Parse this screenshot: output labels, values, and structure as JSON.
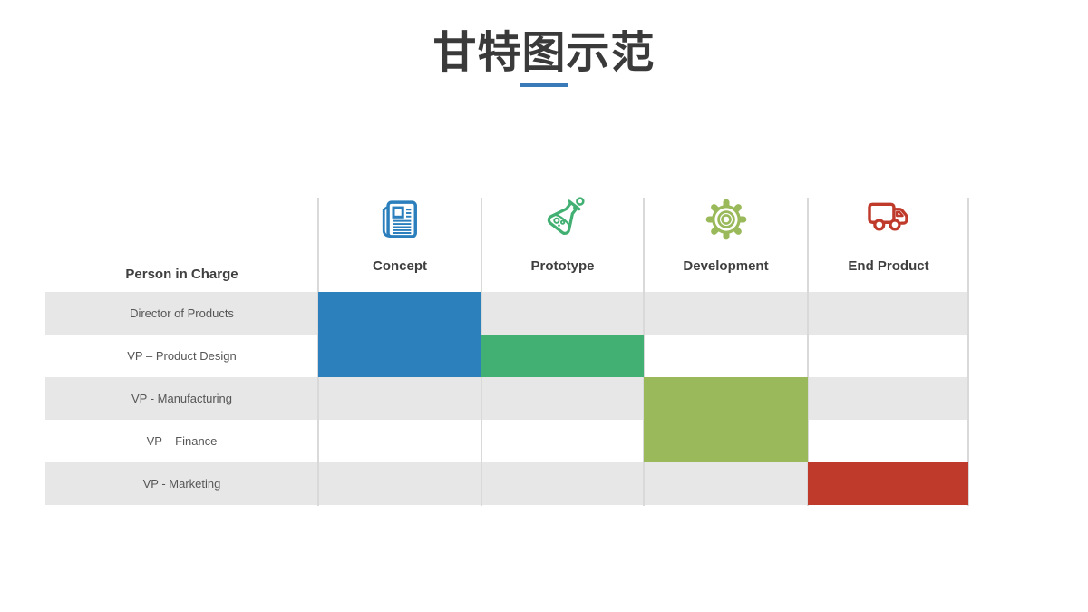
{
  "slide": {
    "title": "甘特图示范",
    "accent_color": "#3a7ab8",
    "background_color": "#ffffff"
  },
  "table": {
    "person_header": "Person in Charge",
    "stripe_color": "#e7e7e7",
    "divider_color": "#d9d9d9",
    "columns": [
      {
        "label": "Concept",
        "icon": "newspaper-icon",
        "color": "#2b7fbc"
      },
      {
        "label": "Prototype",
        "icon": "flask-icon",
        "color": "#42b072"
      },
      {
        "label": "Development",
        "icon": "gear-icon",
        "color": "#9ab95a"
      },
      {
        "label": "End Product",
        "icon": "truck-icon",
        "color": "#bf3a2b"
      }
    ],
    "rows": [
      {
        "label": "Director of Products"
      },
      {
        "label": "VP – Product Design"
      },
      {
        "label": "VP - Manufacturing"
      },
      {
        "label": "VP – Finance"
      },
      {
        "label": "VP - Marketing"
      }
    ]
  },
  "chart_data": {
    "type": "bar",
    "subtype": "gantt",
    "title": "甘特图示范",
    "categories": [
      "Concept",
      "Prototype",
      "Development",
      "End Product"
    ],
    "row_labels": [
      "Director of Products",
      "VP – Product Design",
      "VP - Manufacturing",
      "VP – Finance",
      "VP - Marketing"
    ],
    "bars": [
      {
        "phase": "Concept",
        "rows_spanned": [
          "Director of Products",
          "VP – Product Design"
        ],
        "row_start": 0,
        "row_end": 1,
        "color": "#2c80bb"
      },
      {
        "phase": "Prototype",
        "rows_spanned": [
          "VP – Product Design"
        ],
        "row_start": 1,
        "row_end": 1,
        "color": "#42b072"
      },
      {
        "phase": "Development",
        "rows_spanned": [
          "VP - Manufacturing",
          "VP – Finance"
        ],
        "row_start": 2,
        "row_end": 3,
        "color": "#9ab95a"
      },
      {
        "phase": "End Product",
        "rows_spanned": [
          "VP - Marketing"
        ],
        "row_start": 4,
        "row_end": 4,
        "color": "#bf3a2b"
      }
    ],
    "legend": false,
    "grid": "vertical-dividers-and-row-stripes"
  }
}
